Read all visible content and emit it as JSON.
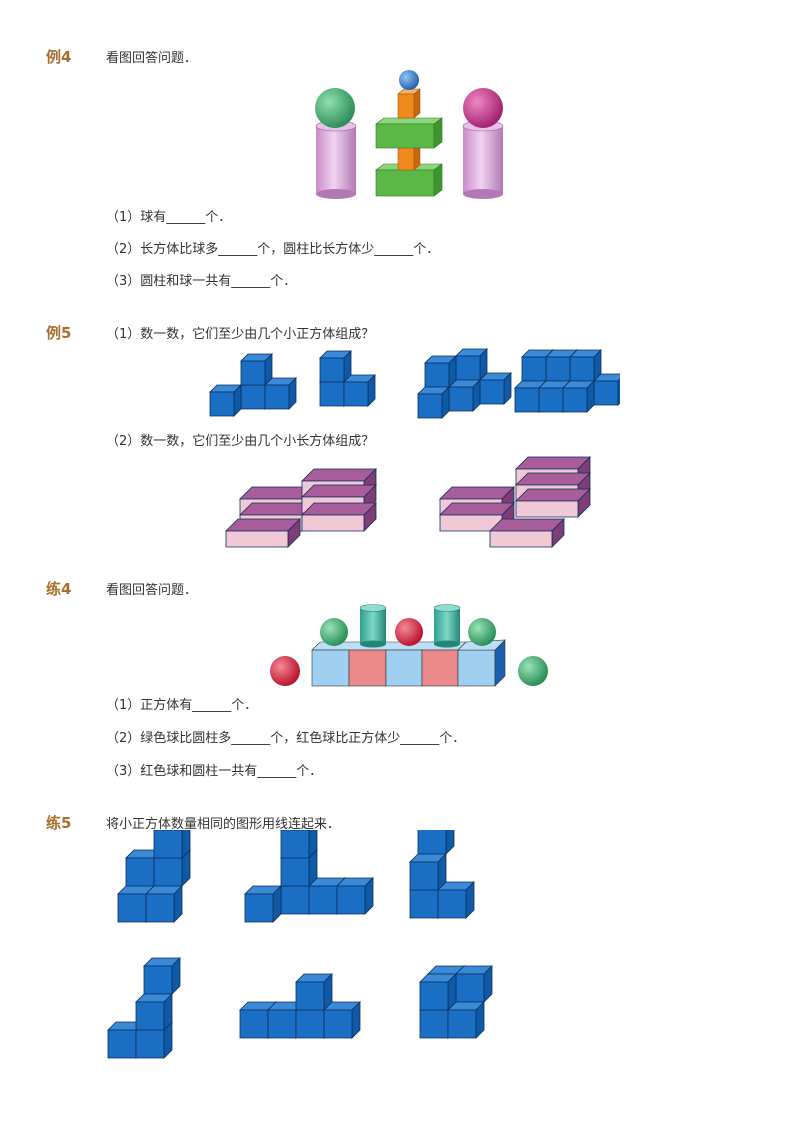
{
  "sections": {
    "ex4": {
      "tag": "例4",
      "prompt": "看图回答问题．",
      "q1": "（1）球有______个．",
      "q2": "（2）长方体比球多______个，圆柱比长方体少______个．",
      "q3": "（3）圆柱和球一共有______个．"
    },
    "ex5": {
      "tag": "例5",
      "q1": "（1）数一数，它们至少由几个小正方体组成？",
      "q2": "（2）数一数，它们至少由几个小长方体组成？"
    },
    "pr4": {
      "tag": "练4",
      "prompt": "看图回答问题．",
      "q1": "（1）正方体有______个．",
      "q2": "（2）绿色球比圆柱多______个，红色球比正方体少______个．",
      "q3": "（3）红色球和圆柱一共有______个．"
    },
    "pr5": {
      "tag": "练5",
      "prompt": "将小正方体数量相同的图形用线连起来．"
    }
  },
  "colors": {
    "tag": "#a86e2d",
    "cube_blue": "#1a6fc4",
    "slab_pink": "#f0c8d6",
    "slab_top": "#a85c9a",
    "cyl_purple": "#d7a8d8",
    "ball_green": "#3aa870",
    "ball_red": "#d21f3a",
    "ball_magenta": "#c5348a",
    "prism_green": "#5bb846",
    "prism_orange": "#f08a1c",
    "cube_lightblue": "#9fd0f2",
    "cube_salmon": "#eb8a8a",
    "cyl_teal": "#3cb4a0"
  }
}
